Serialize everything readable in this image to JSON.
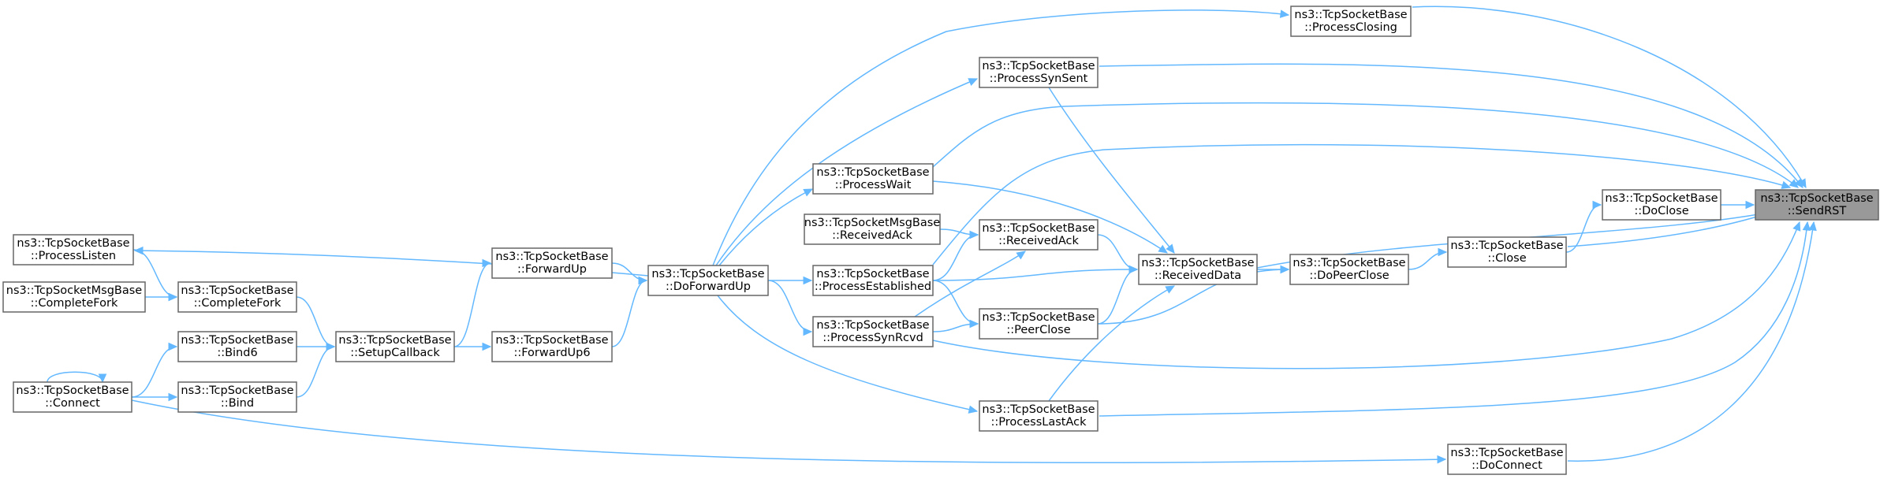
{
  "graph": {
    "title": "",
    "colors": {
      "edge": "#63b8ff",
      "node_border": "#666666",
      "target_fill": "#999999",
      "node_fill": "#ffffff"
    },
    "nodes": [
      {
        "id": "SendRST",
        "label": [
          "ns3::TcpSocketBase",
          "::SendRST"
        ],
        "highlight": true
      },
      {
        "id": "ProcessClosing",
        "label": [
          "ns3::TcpSocketBase",
          "::ProcessClosing"
        ]
      },
      {
        "id": "ProcessSynSent",
        "label": [
          "ns3::TcpSocketBase",
          "::ProcessSynSent"
        ]
      },
      {
        "id": "DoClose",
        "label": [
          "ns3::TcpSocketBase",
          "::DoClose"
        ]
      },
      {
        "id": "ProcessWait",
        "label": [
          "ns3::TcpSocketBase",
          "::ProcessWait"
        ]
      },
      {
        "id": "MsgReceivedAck",
        "label": [
          "ns3::TcpSocketMsgBase",
          "::ReceivedAck"
        ]
      },
      {
        "id": "ReceivedAck",
        "label": [
          "ns3::TcpSocketBase",
          "::ReceivedAck"
        ]
      },
      {
        "id": "ProcessListen",
        "label": [
          "ns3::TcpSocketBase",
          "::ProcessListen"
        ]
      },
      {
        "id": "DoForwardUp",
        "label": [
          "ns3::TcpSocketBase",
          "::DoForwardUp"
        ]
      },
      {
        "id": "ProcessEstablished",
        "label": [
          "ns3::TcpSocketBase",
          "::ProcessEstablished"
        ]
      },
      {
        "id": "ReceivedData",
        "label": [
          "ns3::TcpSocketBase",
          "::ReceivedData"
        ]
      },
      {
        "id": "DoPeerClose",
        "label": [
          "ns3::TcpSocketBase",
          "::DoPeerClose"
        ]
      },
      {
        "id": "Close",
        "label": [
          "ns3::TcpSocketBase",
          "::Close"
        ]
      },
      {
        "id": "CompleteFork",
        "label": [
          "ns3::TcpSocketBase",
          "::CompleteFork"
        ]
      },
      {
        "id": "MsgCompleteFork",
        "label": [
          "ns3::TcpSocketMsgBase",
          "::CompleteFork"
        ]
      },
      {
        "id": "ForwardUp",
        "label": [
          "ns3::TcpSocketBase",
          "::ForwardUp"
        ]
      },
      {
        "id": "SetupCallback",
        "label": [
          "ns3::TcpSocketBase",
          "::SetupCallback"
        ]
      },
      {
        "id": "ForwardUp6",
        "label": [
          "ns3::TcpSocketBase",
          "::ForwardUp6"
        ]
      },
      {
        "id": "Bind6",
        "label": [
          "ns3::TcpSocketBase",
          "::Bind6"
        ]
      },
      {
        "id": "ProcessSynRcvd",
        "label": [
          "ns3::TcpSocketBase",
          "::ProcessSynRcvd"
        ]
      },
      {
        "id": "PeerClose",
        "label": [
          "ns3::TcpSocketBase",
          "::PeerClose"
        ]
      },
      {
        "id": "Connect",
        "label": [
          "ns3::TcpSocketBase",
          "::Connect"
        ]
      },
      {
        "id": "Bind",
        "label": [
          "ns3::TcpSocketBase",
          "::Bind"
        ]
      },
      {
        "id": "ProcessLastAck",
        "label": [
          "ns3::TcpSocketBase",
          "::ProcessLastAck"
        ]
      },
      {
        "id": "DoConnect",
        "label": [
          "ns3::TcpSocketBase",
          "::DoConnect"
        ]
      }
    ],
    "edges": [
      {
        "from": "ProcessClosing",
        "to": "SendRST"
      },
      {
        "from": "ProcessSynSent",
        "to": "SendRST"
      },
      {
        "from": "ProcessWait",
        "to": "SendRST"
      },
      {
        "from": "ProcessEstablished",
        "to": "SendRST"
      },
      {
        "from": "DoClose",
        "to": "SendRST"
      },
      {
        "from": "Close",
        "to": "SendRST"
      },
      {
        "from": "ReceivedData",
        "to": "SendRST"
      },
      {
        "from": "ProcessSynRcvd",
        "to": "SendRST"
      },
      {
        "from": "ProcessLastAck",
        "to": "SendRST"
      },
      {
        "from": "DoConnect",
        "to": "SendRST"
      },
      {
        "from": "Close",
        "to": "DoClose"
      },
      {
        "from": "DoPeerClose",
        "to": "Close"
      },
      {
        "from": "ReceivedData",
        "to": "DoPeerClose"
      },
      {
        "from": "PeerClose",
        "to": "DoPeerClose"
      },
      {
        "from": "ProcessSynSent",
        "to": "ReceivedData"
      },
      {
        "from": "ProcessWait",
        "to": "ReceivedData"
      },
      {
        "from": "ReceivedAck",
        "to": "ReceivedData"
      },
      {
        "from": "ProcessEstablished",
        "to": "ReceivedData"
      },
      {
        "from": "PeerClose",
        "to": "ReceivedData"
      },
      {
        "from": "ProcessLastAck",
        "to": "ReceivedData"
      },
      {
        "from": "MsgReceivedAck",
        "to": "ReceivedAck"
      },
      {
        "from": "ProcessEstablished",
        "to": "ReceivedAck"
      },
      {
        "from": "ProcessSynRcvd",
        "to": "ReceivedAck"
      },
      {
        "from": "ProcessEstablished",
        "to": "PeerClose"
      },
      {
        "from": "ProcessSynRcvd",
        "to": "PeerClose"
      },
      {
        "from": "DoForwardUp",
        "to": "ProcessClosing"
      },
      {
        "from": "DoForwardUp",
        "to": "ProcessSynSent"
      },
      {
        "from": "DoForwardUp",
        "to": "ProcessWait"
      },
      {
        "from": "DoForwardUp",
        "to": "ProcessEstablished"
      },
      {
        "from": "DoForwardUp",
        "to": "ProcessSynRcvd"
      },
      {
        "from": "DoForwardUp",
        "to": "ProcessLastAck"
      },
      {
        "from": "DoForwardUp",
        "to": "ProcessListen"
      },
      {
        "from": "ForwardUp",
        "to": "DoForwardUp"
      },
      {
        "from": "ForwardUp6",
        "to": "DoForwardUp"
      },
      {
        "from": "SetupCallback",
        "to": "ForwardUp"
      },
      {
        "from": "SetupCallback",
        "to": "ForwardUp6"
      },
      {
        "from": "CompleteFork",
        "to": "SetupCallback"
      },
      {
        "from": "Bind6",
        "to": "SetupCallback"
      },
      {
        "from": "Bind",
        "to": "SetupCallback"
      },
      {
        "from": "MsgCompleteFork",
        "to": "CompleteFork"
      },
      {
        "from": "ProcessListen",
        "to": "CompleteFork"
      },
      {
        "from": "Connect",
        "to": "Bind6"
      },
      {
        "from": "Connect",
        "to": "Bind"
      },
      {
        "from": "Connect",
        "to": "Connect"
      },
      {
        "from": "Connect",
        "to": "DoConnect"
      }
    ]
  }
}
